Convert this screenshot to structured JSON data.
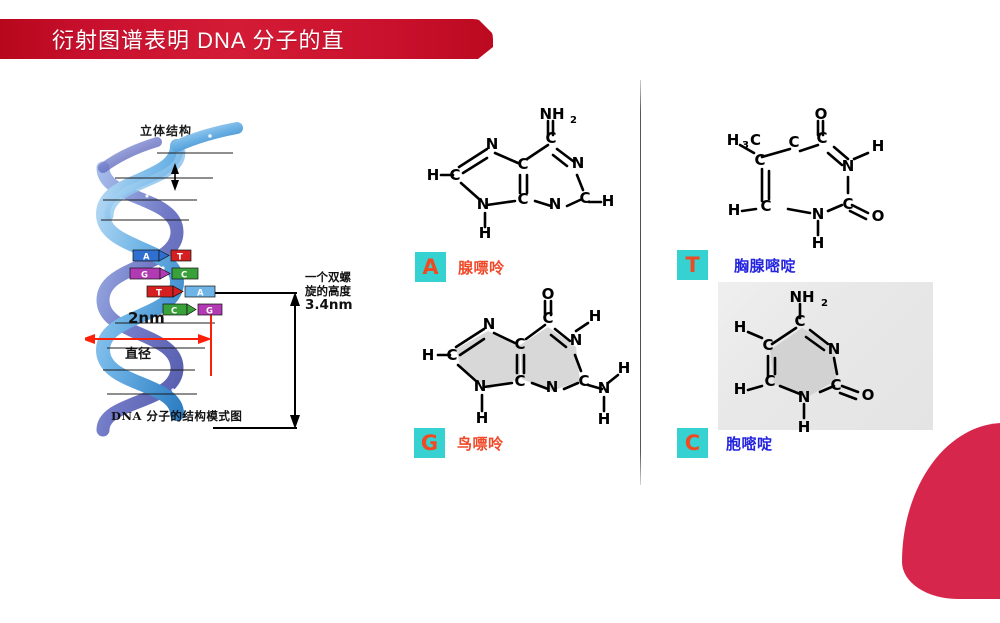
{
  "slide": {
    "title": "衍射图谱表明 DNA 分子的直",
    "background_color": "#ffffff",
    "accent_color": "#c8102e",
    "badge_color": "#36d2d2",
    "badge_text_color": "#f04a23"
  },
  "dna_diagram": {
    "top_label": "立体结构",
    "caption": "DNA 分子的结构模式图",
    "height_label_line1": "一个双螺",
    "height_label_line2": "旋的高度",
    "height_value": "3.4nm",
    "diameter_value": "2nm",
    "diameter_label": "直径",
    "base_pairs": [
      {
        "left": "A",
        "right": "T",
        "left_color": "#2f6fd0",
        "right_color": "#d42020"
      },
      {
        "left": "G",
        "right": "C",
        "left_color": "#b23ab2",
        "right_color": "#3aa03a"
      },
      {
        "left": "T",
        "right": "A",
        "left_color": "#d42020",
        "right_color": "#2f6fd0"
      },
      {
        "left": "C",
        "right": "G",
        "left_color": "#3aa03a",
        "right_color": "#b23ab2"
      }
    ]
  },
  "molecules": [
    {
      "code": "A",
      "name": "腺嘌呤",
      "name_color": "#f0492a",
      "formula_top": "NH2",
      "atoms": [
        "N",
        "C",
        "C",
        "N",
        "C",
        "N",
        "C",
        "N",
        "H",
        "H",
        "H"
      ]
    },
    {
      "code": "T",
      "name": "胸腺嘧啶",
      "name_color": "#2323e0",
      "formula_top": "O",
      "atoms": [
        "H3C",
        "C",
        "C",
        "C",
        "N",
        "C",
        "N",
        "O",
        "O",
        "H",
        "H",
        "H"
      ]
    },
    {
      "code": "G",
      "name": "鸟嘌呤",
      "name_color": "#f0492a",
      "formula_top": "O",
      "atoms": [
        "N",
        "C",
        "C",
        "N",
        "C",
        "N",
        "C",
        "N",
        "O",
        "H",
        "H",
        "H",
        "H"
      ]
    },
    {
      "code": "C",
      "name": "胞嘧啶",
      "name_color": "#2323e0",
      "formula_top": "NH2",
      "atoms": [
        "C",
        "C",
        "C",
        "N",
        "C",
        "N",
        "O",
        "H",
        "H",
        "H"
      ]
    }
  ]
}
